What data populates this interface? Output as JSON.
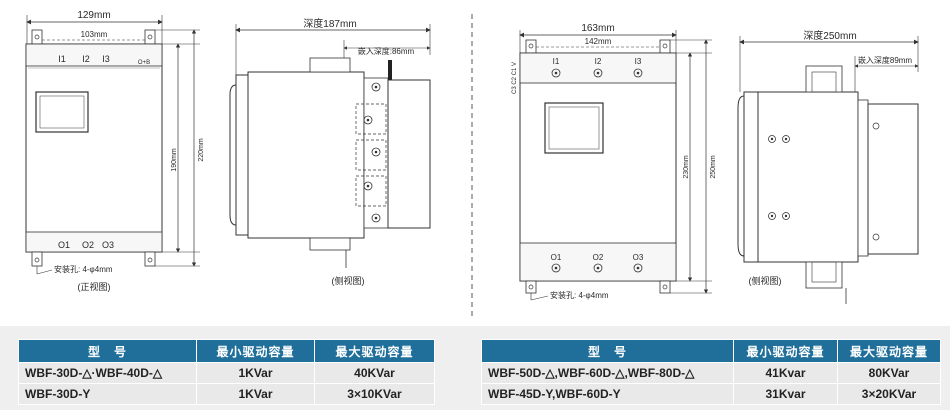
{
  "left": {
    "width_dim": "129mm",
    "hole_dim": "103mm",
    "h190": "190mm",
    "h220": "220mm",
    "terminal_top": [
      "I1",
      "I2",
      "I3"
    ],
    "top_right_mark": "O+B",
    "terminal_bottom": [
      "O1",
      "O2",
      "O3"
    ],
    "mount_hole": "安装孔: 4-φ4mm",
    "front_caption": "(正视图)",
    "depth_total": "深度187mm",
    "depth_embed": "嵌入深度:86mm",
    "side_caption": "(侧视图)"
  },
  "right": {
    "width_dim": "163mm",
    "hole_dim": "142mm",
    "vertical_marks": "C3 C2 C1 V",
    "terminal_top": [
      "I1",
      "I2",
      "I3"
    ],
    "h230": "230mm",
    "h250": "250mm",
    "terminal_bottom": [
      "O1",
      "O2",
      "O3"
    ],
    "mount_hole": "安装孔: 4-φ4mm",
    "depth_total": "深度250mm",
    "depth_embed": "嵌入深度89mm",
    "side_caption": "(侧视图)"
  },
  "table_left": {
    "headers": [
      "型　号",
      "最小驱动容量",
      "最大驱动容量"
    ],
    "rows": [
      [
        "WBF-30D-△·WBF-40D-△",
        "1KVar",
        "40KVar"
      ],
      [
        "WBF-30D-Y",
        "1KVar",
        "3×10KVar"
      ]
    ]
  },
  "table_right": {
    "headers": [
      "型　号",
      "最小驱动容量",
      "最大驱动容量"
    ],
    "rows": [
      [
        "WBF-50D-△,WBF-60D-△,WBF-80D-△",
        "41Kvar",
        "80KVar"
      ],
      [
        "WBF-45D-Y,WBF-60D-Y",
        "31Kvar",
        "3×20KVar"
      ]
    ]
  }
}
